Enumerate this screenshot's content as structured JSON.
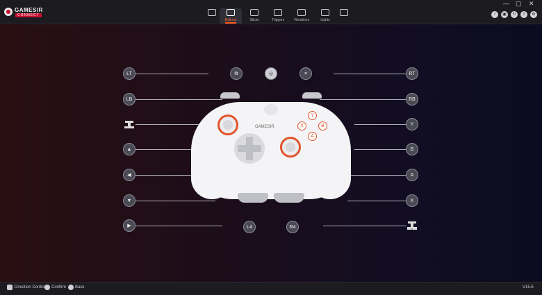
{
  "app": {
    "brand": "GAMESIR",
    "brand_sub": "CONNECT"
  },
  "tabs": [
    {
      "label": "",
      "icon": "controller-icon"
    },
    {
      "label": "Buttons",
      "icon": "buttons-icon",
      "active": true
    },
    {
      "label": "Sticks",
      "icon": "sticks-icon"
    },
    {
      "label": "Triggers",
      "icon": "triggers-icon"
    },
    {
      "label": "Vibrations",
      "icon": "vibrations-icon"
    },
    {
      "label": "Lights",
      "icon": "lights-icon"
    },
    {
      "label": "",
      "icon": "screen-icon"
    }
  ],
  "window": {
    "minimize": "—",
    "maximize": "▢",
    "close": "✕"
  },
  "left_buttons": [
    "LT",
    "LB",
    "",
    "▲",
    "◀",
    "▼",
    "▶"
  ],
  "right_buttons": [
    "RT",
    "RB",
    "Y",
    "B",
    "A",
    "X",
    ""
  ],
  "back_buttons": [
    "L4",
    "R4"
  ],
  "face_buttons": {
    "y": "Y",
    "x": "X",
    "b": "B",
    "a": "A"
  },
  "controller_brand": "GAMESIR",
  "footer": {
    "direction": "Direction Control",
    "confirm": "Confirm",
    "back": "Back",
    "version": "V15.6"
  },
  "colors": {
    "accent": "#ff5a1f"
  }
}
